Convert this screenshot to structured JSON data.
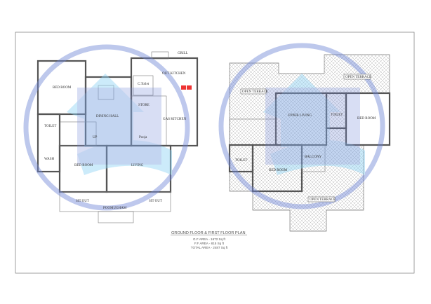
{
  "ground_floor": {
    "rooms": [
      "BED ROOM",
      "DINING HALL",
      "OUT KITCHEN",
      "C.Toilet",
      "STORE",
      "GAS KITCHEN",
      "TOILET",
      "WASH",
      "BED ROOM",
      "LIVING",
      "Pooja",
      "SIT OUT",
      "SIT OUT",
      "POOMUGHAM",
      "UP",
      "GRILL"
    ]
  },
  "first_floor": {
    "rooms": [
      "OPEN TERRACE",
      "OPEN TERRACE",
      "UPPER LIVING",
      "TOILET",
      "BED ROOM",
      "TOILET",
      "BED ROOM",
      "BALCONY",
      "OPEN TERRACE"
    ]
  },
  "caption": {
    "title": "GROUND FLOOR & FIRST FLOOR PLAN",
    "lines": [
      "G.F AREA - 1672 Sq ft",
      "F.F AREA - 815 Sq ft",
      "TOTAL AREA - 2487 Sq ft"
    ]
  },
  "colors": {
    "watermark": "#6f86d6",
    "watermark_light": "#8fd3f4",
    "wall": "#555555"
  },
  "watermark_icon": "house-s-logo"
}
